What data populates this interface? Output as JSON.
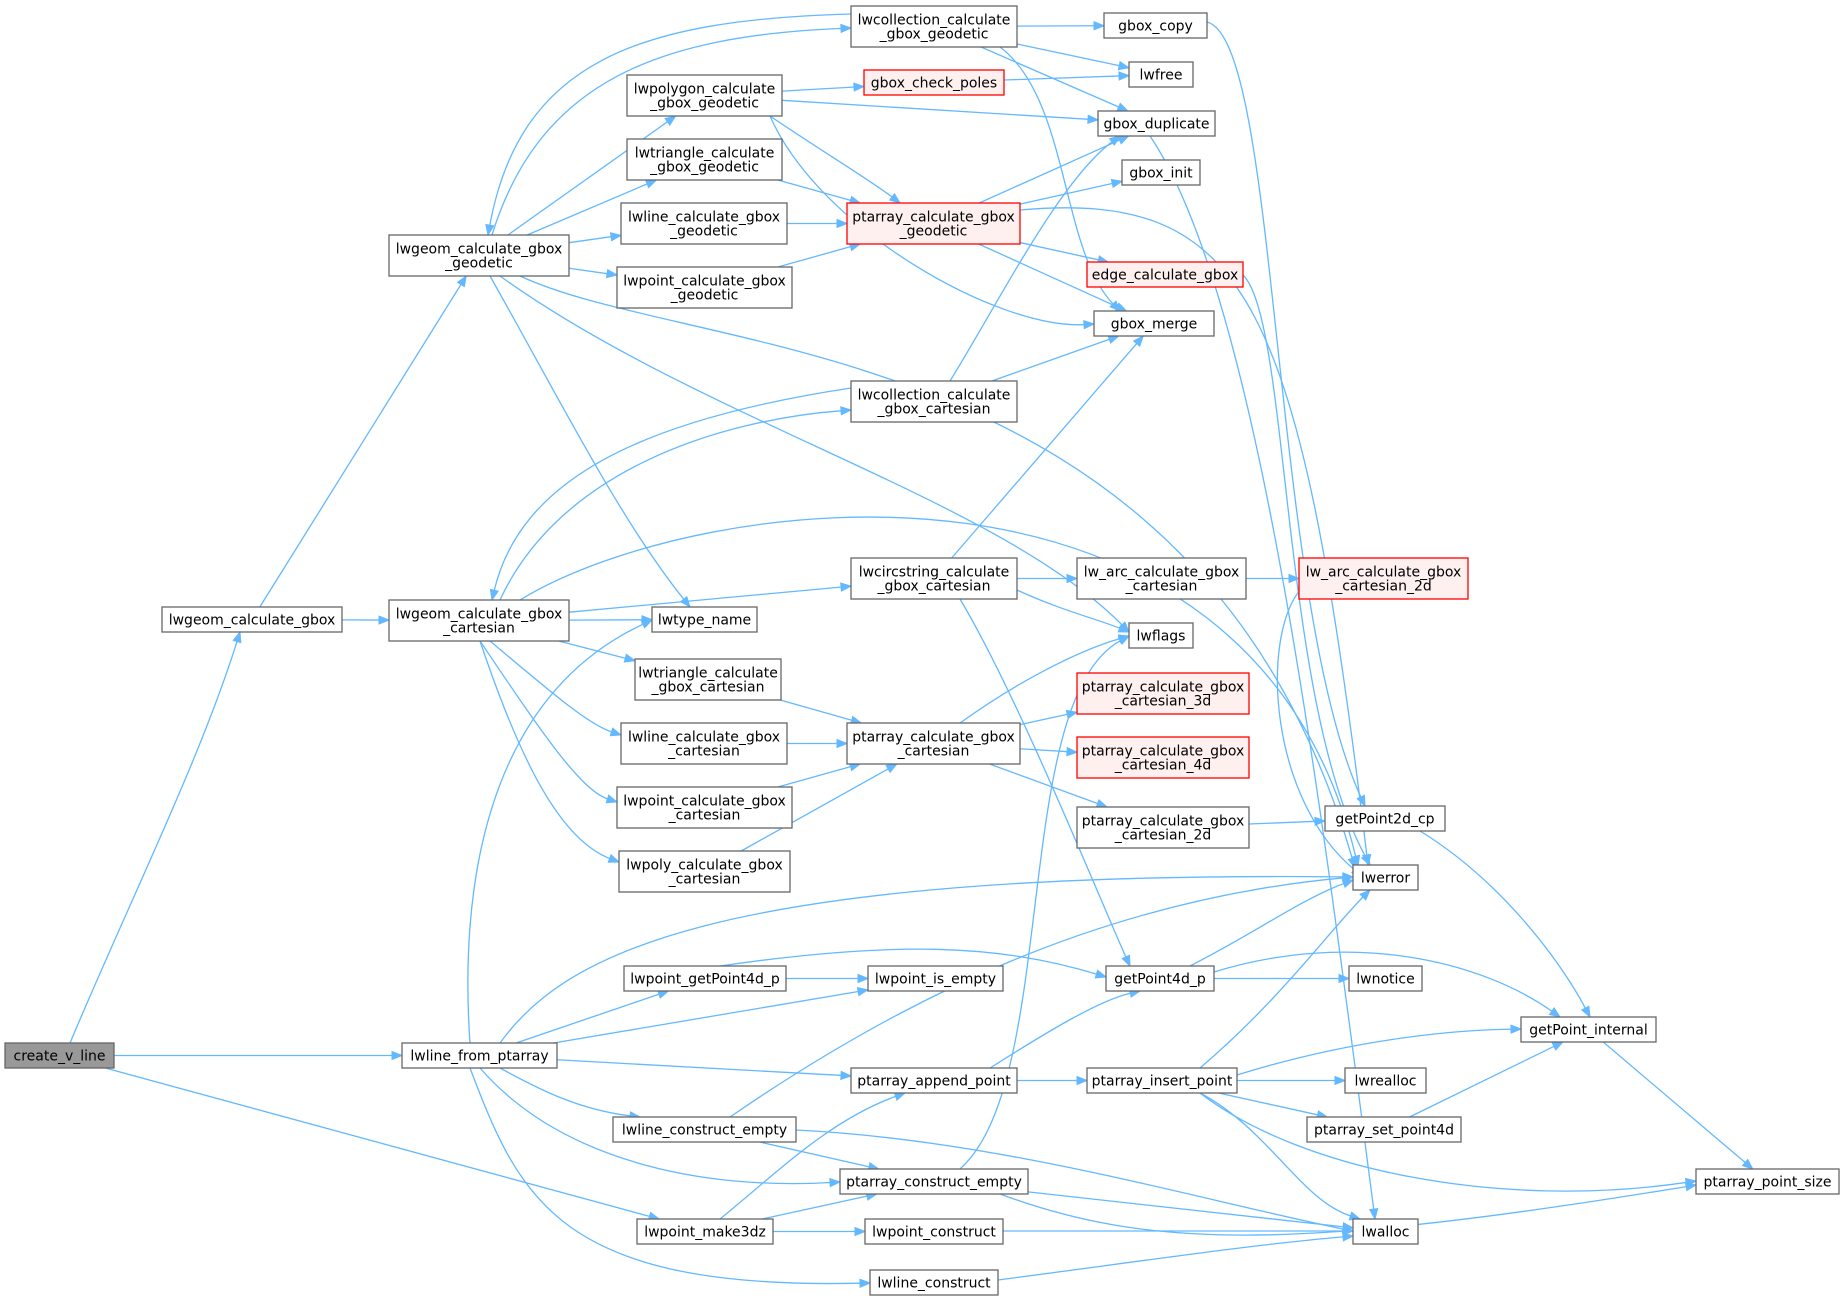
{
  "colors": {
    "edge": "#63b8ff",
    "node_fill": "#ffffff",
    "node_stroke": "#666666",
    "current_fill": "#999999",
    "current_stroke": "#666666",
    "truncated_fill": "#fff0f0",
    "truncated_stroke": "#ff0000"
  },
  "nodes": {
    "create_v_line": {
      "lines": [
        "create_v_line"
      ],
      "style": "current"
    },
    "lwgeom_calculate_gbox": {
      "lines": [
        "lwgeom_calculate_gbox"
      ],
      "style": "normal"
    },
    "lwgeom_calculate_gbox_geodetic": {
      "lines": [
        "lwgeom_calculate_gbox",
        "_geodetic"
      ],
      "style": "normal"
    },
    "lwgeom_calculate_gbox_cartesian": {
      "lines": [
        "lwgeom_calculate_gbox",
        "_cartesian"
      ],
      "style": "normal"
    },
    "lwline_from_ptarray": {
      "lines": [
        "lwline_from_ptarray"
      ],
      "style": "normal"
    },
    "lwpolygon_calculate_gbox_geodetic": {
      "lines": [
        "lwpolygon_calculate",
        "_gbox_geodetic"
      ],
      "style": "normal"
    },
    "lwtriangle_calculate_gbox_geodetic": {
      "lines": [
        "lwtriangle_calculate",
        "_gbox_geodetic"
      ],
      "style": "normal"
    },
    "lwline_calculate_gbox_geodetic": {
      "lines": [
        "lwline_calculate_gbox",
        "_geodetic"
      ],
      "style": "normal"
    },
    "lwpoint_calculate_gbox_geodetic": {
      "lines": [
        "lwpoint_calculate_gbox",
        "_geodetic"
      ],
      "style": "normal"
    },
    "lwcollection_calculate_gbox_geodetic": {
      "lines": [
        "lwcollection_calculate",
        "_gbox_geodetic"
      ],
      "style": "normal"
    },
    "lwcollection_calculate_gbox_cartesian": {
      "lines": [
        "lwcollection_calculate",
        "_gbox_cartesian"
      ],
      "style": "normal"
    },
    "lwcircstring_calculate_gbox_cartesian": {
      "lines": [
        "lwcircstring_calculate",
        "_gbox_cartesian"
      ],
      "style": "normal"
    },
    "lwtype_name": {
      "lines": [
        "lwtype_name"
      ],
      "style": "normal"
    },
    "lwtriangle_calculate_gbox_cartesian": {
      "lines": [
        "lwtriangle_calculate",
        "_gbox_cartesian"
      ],
      "style": "normal"
    },
    "lwline_calculate_gbox_cartesian": {
      "lines": [
        "lwline_calculate_gbox",
        "_cartesian"
      ],
      "style": "normal"
    },
    "lwpoint_calculate_gbox_cartesian": {
      "lines": [
        "lwpoint_calculate_gbox",
        "_cartesian"
      ],
      "style": "normal"
    },
    "lwpoly_calculate_gbox_cartesian": {
      "lines": [
        "lwpoly_calculate_gbox",
        "_cartesian"
      ],
      "style": "normal"
    },
    "lwpoint_getPoint4d_p": {
      "lines": [
        "lwpoint_getPoint4d_p"
      ],
      "style": "normal"
    },
    "lwline_construct_empty": {
      "lines": [
        "lwline_construct_empty"
      ],
      "style": "normal"
    },
    "lwpoint_make3dz": {
      "lines": [
        "lwpoint_make3dz"
      ],
      "style": "normal"
    },
    "gbox_check_poles": {
      "lines": [
        "gbox_check_poles"
      ],
      "style": "truncated"
    },
    "ptarray_calculate_gbox_geodetic": {
      "lines": [
        "ptarray_calculate_gbox",
        "_geodetic"
      ],
      "style": "truncated"
    },
    "ptarray_calculate_gbox_cartesian": {
      "lines": [
        "ptarray_calculate_gbox",
        "_cartesian"
      ],
      "style": "normal"
    },
    "lwpoint_is_empty": {
      "lines": [
        "lwpoint_is_empty"
      ],
      "style": "normal"
    },
    "ptarray_append_point": {
      "lines": [
        "ptarray_append_point"
      ],
      "style": "normal"
    },
    "ptarray_construct_empty": {
      "lines": [
        "ptarray_construct_empty"
      ],
      "style": "normal"
    },
    "lwpoint_construct": {
      "lines": [
        "lwpoint_construct"
      ],
      "style": "normal"
    },
    "lwline_construct": {
      "lines": [
        "lwline_construct"
      ],
      "style": "normal"
    },
    "gbox_copy": {
      "lines": [
        "gbox_copy"
      ],
      "style": "normal"
    },
    "lwfree": {
      "lines": [
        "lwfree"
      ],
      "style": "normal"
    },
    "gbox_duplicate": {
      "lines": [
        "gbox_duplicate"
      ],
      "style": "normal"
    },
    "gbox_init": {
      "lines": [
        "gbox_init"
      ],
      "style": "normal"
    },
    "edge_calculate_gbox": {
      "lines": [
        "edge_calculate_gbox"
      ],
      "style": "truncated"
    },
    "gbox_merge": {
      "lines": [
        "gbox_merge"
      ],
      "style": "normal"
    },
    "lw_arc_calculate_gbox_cartesian": {
      "lines": [
        "lw_arc_calculate_gbox",
        "_cartesian"
      ],
      "style": "normal"
    },
    "lwflags": {
      "lines": [
        "lwflags"
      ],
      "style": "normal"
    },
    "ptarray_calculate_gbox_cartesian_3d": {
      "lines": [
        "ptarray_calculate_gbox",
        "_cartesian_3d"
      ],
      "style": "truncated"
    },
    "ptarray_calculate_gbox_cartesian_4d": {
      "lines": [
        "ptarray_calculate_gbox",
        "_cartesian_4d"
      ],
      "style": "truncated"
    },
    "ptarray_calculate_gbox_cartesian_2d": {
      "lines": [
        "ptarray_calculate_gbox",
        "_cartesian_2d"
      ],
      "style": "normal"
    },
    "getPoint4d_p": {
      "lines": [
        "getPoint4d_p"
      ],
      "style": "normal"
    },
    "ptarray_insert_point": {
      "lines": [
        "ptarray_insert_point"
      ],
      "style": "normal"
    },
    "lw_arc_calculate_gbox_cartesian_2d": {
      "lines": [
        "lw_arc_calculate_gbox",
        "_cartesian_2d"
      ],
      "style": "truncated"
    },
    "getPoint2d_cp": {
      "lines": [
        "getPoint2d_cp"
      ],
      "style": "normal"
    },
    "lwerror": {
      "lines": [
        "lwerror"
      ],
      "style": "normal"
    },
    "lwnotice": {
      "lines": [
        "lwnotice"
      ],
      "style": "normal"
    },
    "lwrealloc": {
      "lines": [
        "lwrealloc"
      ],
      "style": "normal"
    },
    "ptarray_set_point4d": {
      "lines": [
        "ptarray_set_point4d"
      ],
      "style": "normal"
    },
    "lwalloc": {
      "lines": [
        "lwalloc"
      ],
      "style": "normal"
    },
    "getPoint_internal": {
      "lines": [
        "getPoint_internal"
      ],
      "style": "normal"
    },
    "ptarray_point_size": {
      "lines": [
        "ptarray_point_size"
      ],
      "style": "normal"
    }
  },
  "edges": [
    [
      "create_v_line",
      "lwgeom_calculate_gbox"
    ],
    [
      "create_v_line",
      "lwline_from_ptarray"
    ],
    [
      "create_v_line",
      "lwpoint_make3dz"
    ],
    [
      "lwgeom_calculate_gbox",
      "lwgeom_calculate_gbox_geodetic"
    ],
    [
      "lwgeom_calculate_gbox",
      "lwgeom_calculate_gbox_cartesian"
    ],
    [
      "lwgeom_calculate_gbox_geodetic",
      "lwcollection_calculate_gbox_geodetic"
    ],
    [
      "lwgeom_calculate_gbox_geodetic",
      "lwpolygon_calculate_gbox_geodetic"
    ],
    [
      "lwgeom_calculate_gbox_geodetic",
      "lwtriangle_calculate_gbox_geodetic"
    ],
    [
      "lwgeom_calculate_gbox_geodetic",
      "lwline_calculate_gbox_geodetic"
    ],
    [
      "lwgeom_calculate_gbox_geodetic",
      "lwpoint_calculate_gbox_geodetic"
    ],
    [
      "lwgeom_calculate_gbox_geodetic",
      "lwtype_name"
    ],
    [
      "lwgeom_calculate_gbox_geodetic",
      "lwflags"
    ],
    [
      "lwgeom_calculate_gbox_geodetic",
      "lwerror"
    ],
    [
      "lwcollection_calculate_gbox_geodetic",
      "lwgeom_calculate_gbox_geodetic"
    ],
    [
      "lwcollection_calculate_gbox_geodetic",
      "gbox_copy"
    ],
    [
      "lwcollection_calculate_gbox_geodetic",
      "lwfree"
    ],
    [
      "lwcollection_calculate_gbox_geodetic",
      "gbox_duplicate"
    ],
    [
      "lwcollection_calculate_gbox_geodetic",
      "gbox_merge"
    ],
    [
      "lwpolygon_calculate_gbox_geodetic",
      "gbox_check_poles"
    ],
    [
      "lwpolygon_calculate_gbox_geodetic",
      "gbox_duplicate"
    ],
    [
      "lwpolygon_calculate_gbox_geodetic",
      "ptarray_calculate_gbox_geodetic"
    ],
    [
      "lwpolygon_calculate_gbox_geodetic",
      "gbox_merge"
    ],
    [
      "lwtriangle_calculate_gbox_geodetic",
      "ptarray_calculate_gbox_geodetic"
    ],
    [
      "lwline_calculate_gbox_geodetic",
      "ptarray_calculate_gbox_geodetic"
    ],
    [
      "lwpoint_calculate_gbox_geodetic",
      "ptarray_calculate_gbox_geodetic"
    ],
    [
      "gbox_check_poles",
      "lwfree"
    ],
    [
      "ptarray_calculate_gbox_geodetic",
      "gbox_duplicate"
    ],
    [
      "ptarray_calculate_gbox_geodetic",
      "gbox_init"
    ],
    [
      "ptarray_calculate_gbox_geodetic",
      "edge_calculate_gbox"
    ],
    [
      "ptarray_calculate_gbox_geodetic",
      "gbox_merge"
    ],
    [
      "ptarray_calculate_gbox_geodetic",
      "lwerror"
    ],
    [
      "gbox_copy",
      "getPoint2d_cp"
    ],
    [
      "edge_calculate_gbox",
      "lwerror"
    ],
    [
      "lwgeom_calculate_gbox_cartesian",
      "lwcollection_calculate_gbox_cartesian"
    ],
    [
      "lwgeom_calculate_gbox_cartesian",
      "lwcircstring_calculate_gbox_cartesian"
    ],
    [
      "lwgeom_calculate_gbox_cartesian",
      "lwtype_name"
    ],
    [
      "lwgeom_calculate_gbox_cartesian",
      "lwtriangle_calculate_gbox_cartesian"
    ],
    [
      "lwgeom_calculate_gbox_cartesian",
      "lwline_calculate_gbox_cartesian"
    ],
    [
      "lwgeom_calculate_gbox_cartesian",
      "lwpoint_calculate_gbox_cartesian"
    ],
    [
      "lwgeom_calculate_gbox_cartesian",
      "lwpoly_calculate_gbox_cartesian"
    ],
    [
      "lwgeom_calculate_gbox_cartesian",
      "lwerror"
    ],
    [
      "lwcollection_calculate_gbox_cartesian",
      "lwgeom_calculate_gbox_cartesian"
    ],
    [
      "lwcollection_calculate_gbox_cartesian",
      "gbox_merge"
    ],
    [
      "lwcollection_calculate_gbox_cartesian",
      "gbox_duplicate"
    ],
    [
      "lwcircstring_calculate_gbox_cartesian",
      "lw_arc_calculate_gbox_cartesian"
    ],
    [
      "lwcircstring_calculate_gbox_cartesian",
      "gbox_merge"
    ],
    [
      "lwcircstring_calculate_gbox_cartesian",
      "lwflags"
    ],
    [
      "lwcircstring_calculate_gbox_cartesian",
      "getPoint4d_p"
    ],
    [
      "lw_arc_calculate_gbox_cartesian",
      "lw_arc_calculate_gbox_cartesian_2d"
    ],
    [
      "lwtriangle_calculate_gbox_cartesian",
      "ptarray_calculate_gbox_cartesian"
    ],
    [
      "lwline_calculate_gbox_cartesian",
      "ptarray_calculate_gbox_cartesian"
    ],
    [
      "lwpoint_calculate_gbox_cartesian",
      "ptarray_calculate_gbox_cartesian"
    ],
    [
      "lwpoly_calculate_gbox_cartesian",
      "ptarray_calculate_gbox_cartesian"
    ],
    [
      "ptarray_calculate_gbox_cartesian",
      "lwflags"
    ],
    [
      "ptarray_calculate_gbox_cartesian",
      "ptarray_calculate_gbox_cartesian_3d"
    ],
    [
      "ptarray_calculate_gbox_cartesian",
      "ptarray_calculate_gbox_cartesian_4d"
    ],
    [
      "ptarray_calculate_gbox_cartesian",
      "ptarray_calculate_gbox_cartesian_2d"
    ],
    [
      "ptarray_calculate_gbox_cartesian_2d",
      "getPoint2d_cp"
    ],
    [
      "getPoint2d_cp",
      "getPoint_internal"
    ],
    [
      "lwline_from_ptarray",
      "lwtype_name"
    ],
    [
      "lwline_from_ptarray",
      "lwerror"
    ],
    [
      "lwline_from_ptarray",
      "lwpoint_getPoint4d_p"
    ],
    [
      "lwline_from_ptarray",
      "lwpoint_is_empty"
    ],
    [
      "lwline_from_ptarray",
      "ptarray_append_point"
    ],
    [
      "lwline_from_ptarray",
      "lwline_construct_empty"
    ],
    [
      "lwline_from_ptarray",
      "ptarray_construct_empty"
    ],
    [
      "lwline_from_ptarray",
      "lwline_construct"
    ],
    [
      "lwpoint_getPoint4d_p",
      "getPoint4d_p"
    ],
    [
      "lwpoint_getPoint4d_p",
      "lwpoint_is_empty"
    ],
    [
      "getPoint4d_p",
      "lwerror"
    ],
    [
      "getPoint4d_p",
      "lwnotice"
    ],
    [
      "getPoint4d_p",
      "getPoint_internal"
    ],
    [
      "ptarray_append_point",
      "getPoint4d_p"
    ],
    [
      "ptarray_append_point",
      "ptarray_insert_point"
    ],
    [
      "ptarray_insert_point",
      "lwerror"
    ],
    [
      "ptarray_insert_point",
      "getPoint_internal"
    ],
    [
      "ptarray_insert_point",
      "lwrealloc"
    ],
    [
      "ptarray_insert_point",
      "ptarray_set_point4d"
    ],
    [
      "ptarray_insert_point",
      "ptarray_point_size"
    ],
    [
      "ptarray_insert_point",
      "lwalloc"
    ],
    [
      "ptarray_set_point4d",
      "getPoint_internal"
    ],
    [
      "getPoint_internal",
      "ptarray_point_size"
    ],
    [
      "lwline_construct_empty",
      "lwerror"
    ],
    [
      "lwline_construct_empty",
      "ptarray_construct_empty"
    ],
    [
      "lwline_construct_empty",
      "lwalloc"
    ],
    [
      "ptarray_construct_empty",
      "lwflags"
    ],
    [
      "ptarray_construct_empty",
      "lwalloc"
    ],
    [
      "ptarray_construct_empty",
      "ptarray_point_size"
    ],
    [
      "lwpoint_make3dz",
      "ptarray_append_point"
    ],
    [
      "lwpoint_make3dz",
      "ptarray_construct_empty"
    ],
    [
      "lwpoint_make3dz",
      "lwpoint_construct"
    ],
    [
      "lwpoint_construct",
      "lwalloc"
    ],
    [
      "lwline_construct",
      "lwalloc"
    ],
    [
      "lw_arc_calculate_gbox_cartesian_2d",
      "lwerror"
    ],
    [
      "gbox_duplicate",
      "lwalloc"
    ]
  ]
}
